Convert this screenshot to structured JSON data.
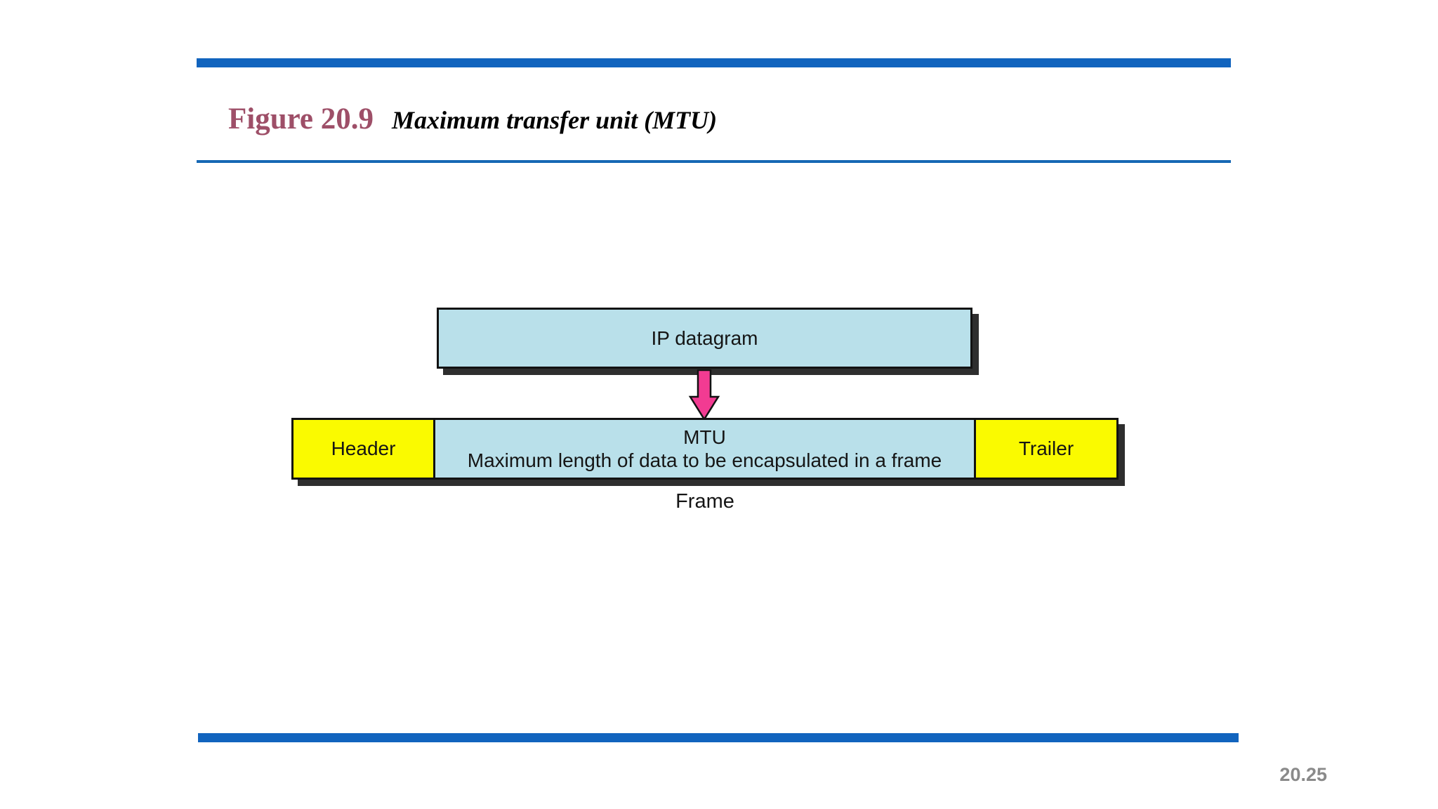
{
  "slide": {
    "figure_label": "Figure 20.9",
    "figure_title": "Maximum transfer unit (MTU)",
    "page_number": "20.25"
  },
  "diagram": {
    "ip_datagram_label": "IP datagram",
    "arrow_icon": "down-arrow-icon",
    "mtu_line1": "MTU",
    "mtu_line2": "Maximum length of data to be encapsulated in a frame",
    "header_label": "Header",
    "trailer_label": "Trailer",
    "frame_label": "Frame"
  },
  "colors": {
    "bar_blue": "#1164be",
    "rule_blue": "#1668b4",
    "title_maroon": "#9e4f68",
    "box_light_blue": "#b9e0ea",
    "box_yellow": "#fafa00",
    "arrow_pink": "#f23b92",
    "shadow_dark": "#2e2e2e",
    "border_black": "#121212",
    "page_number_gray": "#8a8a8a"
  }
}
